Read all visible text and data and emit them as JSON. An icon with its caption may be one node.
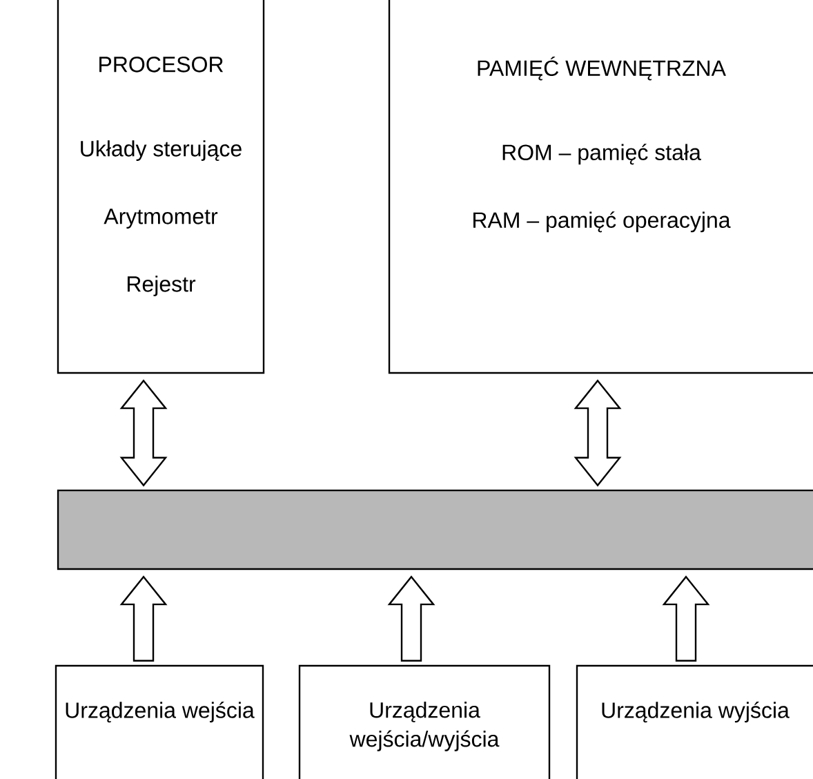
{
  "diagram": {
    "nodes": [
      {
        "text": [
          "PROCESOR",
          "Układy sterujące",
          "Arytmometr",
          "Rejestr"
        ]
      },
      {
        "text": [
          "PAMIĘĆ WEWNĘTRZNA",
          "ROM – pamięć stała",
          "RAM – pamięć operacyjna"
        ]
      },
      {
        "text": [],
        "shape": "bar"
      },
      {
        "text": [
          "Urządzenia wejścia"
        ]
      },
      {
        "text": [
          "Urządzenia wejścia/wyjścia"
        ]
      },
      {
        "text": [
          "Urządzenia wyjścia"
        ]
      }
    ],
    "edges": [
      {
        "from": 0,
        "to": 2,
        "arrow": "both"
      },
      {
        "from": 1,
        "to": 2,
        "arrow": "both"
      },
      {
        "from": 3,
        "to": 2,
        "arrow": "to"
      },
      {
        "from": 4,
        "to": 2,
        "arrow": "to"
      },
      {
        "from": 5,
        "to": 2,
        "arrow": "to"
      }
    ]
  }
}
